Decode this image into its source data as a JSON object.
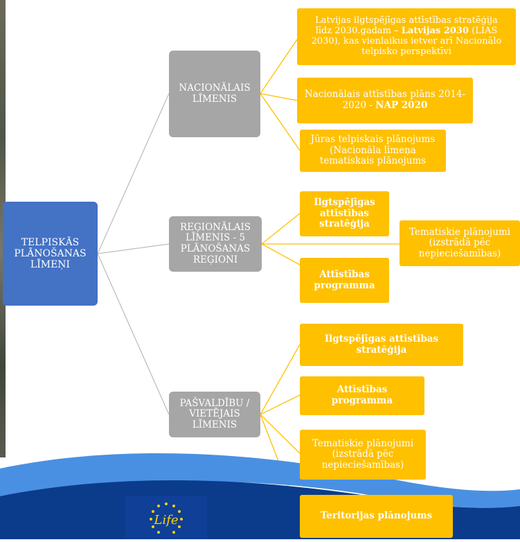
{
  "root": {
    "lines": [
      "TELPISKĀS",
      "PLĀNOŠANAS",
      "LĪMEŅI"
    ]
  },
  "levels": [
    {
      "lines": [
        "NACIONĀLAIS",
        "LĪMENIS"
      ]
    },
    {
      "lines": [
        "REĢIONĀLAIS",
        "LĪMENIS - 5",
        "PLĀNOŠANAS",
        "REĢIONI"
      ]
    },
    {
      "lines": [
        "PAŠVALDĪBU /",
        "VIETĒJAIS",
        "LĪMENIS"
      ]
    }
  ],
  "national": {
    "lias": {
      "line1": "Latvijas ilgtspējīgas attīstības stratēģija",
      "line2_pre": "līdz 2030.gadam – ",
      "line2_bold": "Latvijas 2030",
      "line2_post": " (LIAS",
      "line3": "2030), kas vienlaikus ietver arī Nacionālo",
      "line4": "telpisko perspektīvi"
    },
    "nap": {
      "line1": "Nacionālais attīstības plāns 2014-",
      "line2_pre": "2020 - ",
      "line2_bold": "NAP 2020"
    },
    "sea": {
      "lines": [
        "Jūras telpiskais plānojums",
        "(Nacionāla līmeņa",
        "tematiskais plānojums"
      ]
    }
  },
  "regional": {
    "strategy": {
      "lines": [
        "Ilgtspējīgas",
        "attīstības",
        "stratēģija"
      ]
    },
    "program": {
      "lines": [
        "Attīstības",
        "programma"
      ]
    },
    "thematic": {
      "lines": [
        "Tematiskie plānojumi",
        "(izstrādā pēc",
        "nepieciešamības)"
      ]
    }
  },
  "local": {
    "strategy": {
      "lines": [
        "Ilgtspējīgas attīstības",
        "stratēģija"
      ]
    },
    "program": {
      "lines": [
        "Attīstības",
        "programma"
      ]
    },
    "thematic": {
      "lines": [
        "Tematiskie plānojumi",
        "(izstrādā pēc",
        "nepieciešamības)"
      ]
    },
    "territory": {
      "lines": [
        "Teritorijas plānojums"
      ]
    }
  },
  "logo": {
    "text": "Life"
  },
  "colors": {
    "root": "#4472c4",
    "level": "#a6a6a6",
    "item": "#ffc000",
    "connector_grey": "#bfbfbf",
    "connector_gold": "#ffc000"
  }
}
